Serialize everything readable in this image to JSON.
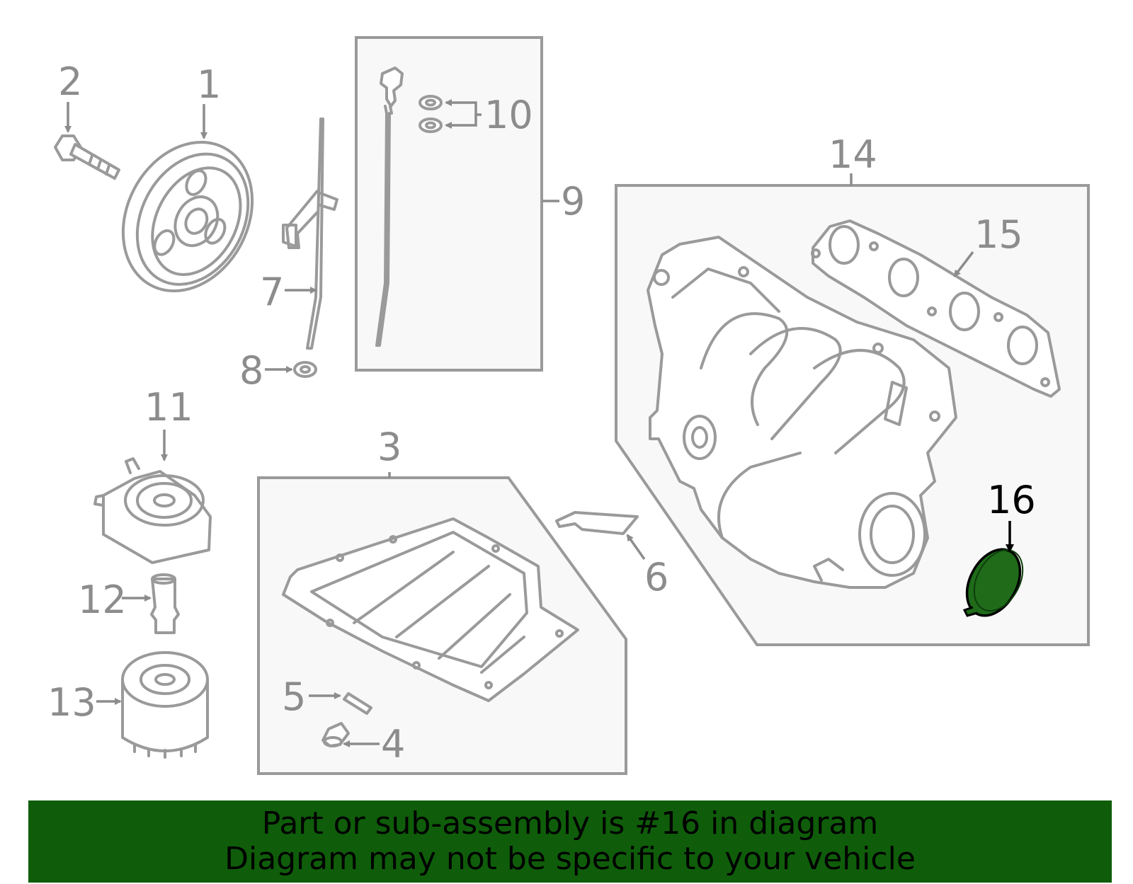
{
  "callouts": {
    "c1": "1",
    "c2": "2",
    "c3": "3",
    "c4": "4",
    "c5": "5",
    "c6": "6",
    "c7": "7",
    "c8": "8",
    "c9": "9",
    "c10": "10",
    "c11": "11",
    "c12": "12",
    "c13": "13",
    "c14": "14",
    "c15": "15",
    "c16": "16"
  },
  "highlight": {
    "callout": "16",
    "color": "#1f6b1a"
  },
  "colors": {
    "banner": "#0f5d0a",
    "lines": "#9a9a9a",
    "box_fill": "#f8f8f8"
  },
  "banner": {
    "line1": "Part or sub-assembly is #16 in diagram",
    "line2": "Diagram may not be specific to your vehicle"
  }
}
